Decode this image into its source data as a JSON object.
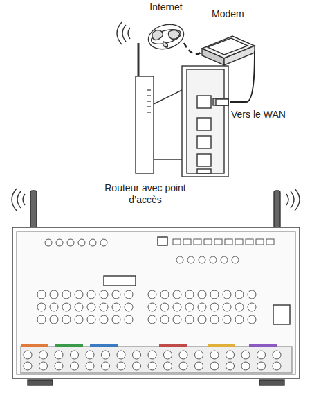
{
  "diagram": {
    "nodes": [
      {
        "text": [
          "Internet"
        ]
      },
      {
        "text": [
          "Modem"
        ]
      },
      {
        "text": [
          "Routeur avec point d’accès"
        ]
      }
    ],
    "edges": [
      {
        "from": 0,
        "to": 1,
        "arrow": "none"
      },
      {
        "from": 1,
        "to": 2,
        "arrow": "none"
      }
    ],
    "labels": [
      "Vers le WAN"
    ]
  }
}
